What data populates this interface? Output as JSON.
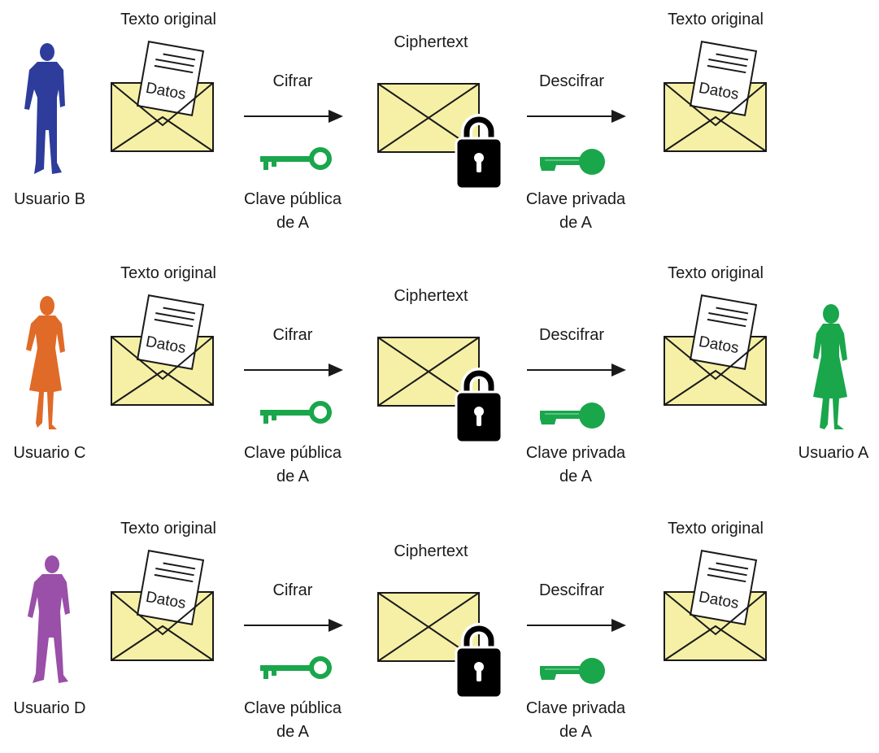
{
  "rows": [
    {
      "sender": {
        "label": "Usuario B",
        "color": "#2e3c9c",
        "figure": "man-icon"
      },
      "plaintext_label": "Texto original",
      "envelope_doc_label": "Datos",
      "encrypt_label": "Cifrar",
      "ciphertext_label": "Ciphertext",
      "decrypt_label": "Descifrar",
      "public_key_label": [
        "Clave pública",
        "de A"
      ],
      "private_key_label": [
        "Clave privada",
        "de A"
      ],
      "result_label": "Texto original",
      "result_doc_label": "Datos"
    },
    {
      "sender": {
        "label": "Usuario C",
        "color": "#e06a28",
        "figure": "woman-icon"
      },
      "plaintext_label": "Texto original",
      "envelope_doc_label": "Datos",
      "encrypt_label": "Cifrar",
      "ciphertext_label": "Ciphertext",
      "decrypt_label": "Descifrar",
      "public_key_label": [
        "Clave pública",
        "de A"
      ],
      "private_key_label": [
        "Clave privada",
        "de A"
      ],
      "result_label": "Texto original",
      "result_doc_label": "Datos",
      "receiver": {
        "label": "Usuario A",
        "color": "#1aa64b",
        "figure": "woman-icon"
      }
    },
    {
      "sender": {
        "label": "Usuario D",
        "color": "#9a4fa8",
        "figure": "man-icon"
      },
      "plaintext_label": "Texto original",
      "envelope_doc_label": "Datos",
      "encrypt_label": "Cifrar",
      "ciphertext_label": "Ciphertext",
      "decrypt_label": "Descifrar",
      "public_key_label": [
        "Clave pública",
        "de A"
      ],
      "private_key_label": [
        "Clave privada",
        "de A"
      ],
      "result_label": "Texto original",
      "result_doc_label": "Datos"
    }
  ],
  "colors": {
    "envelope_fill": "#f6f0a6",
    "key_green": "#1aa64b",
    "lock_black": "#000000",
    "arrow": "#1a1a1a"
  }
}
